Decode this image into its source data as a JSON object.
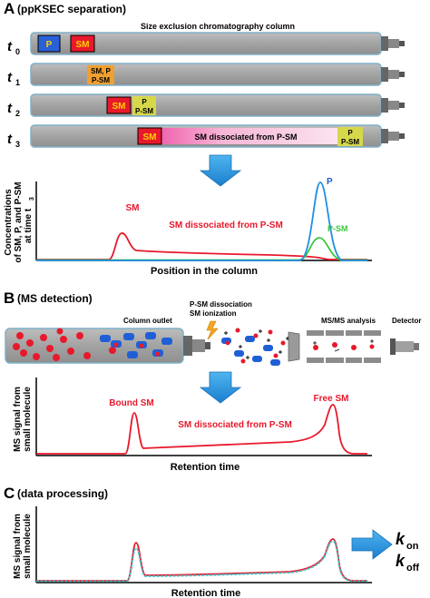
{
  "panel_a": {
    "letter": "A",
    "title": "(ppKSEC separation)",
    "column_caption": "Size exclusion chromatography column",
    "row_labels": [
      "t",
      "t",
      "t",
      "t"
    ],
    "row_subscripts": [
      "0",
      "1",
      "2",
      "3"
    ],
    "t0": {
      "p": "P",
      "sm": "SM"
    },
    "t1": {
      "line1": "SM, P",
      "line2": "P-SM"
    },
    "t2": {
      "sm": "SM",
      "p": "P",
      "psm": "P-SM"
    },
    "t3": {
      "sm": "SM",
      "dissociated": "SM dissociated from P-SM",
      "p": "P",
      "psm": "P-SM"
    },
    "ylabel_lines": [
      "Concentrations",
      "of SM, P, and P-SM",
      "at time t"
    ],
    "ylabel_subscript": "3",
    "xlabel": "Position in the column",
    "curve_labels": {
      "sm": "SM",
      "dissociated": "SM dissociated from P-SM",
      "p": "P",
      "psm": "P-SM"
    }
  },
  "panel_b": {
    "letter": "B",
    "title": "(MS detection)",
    "column_outlet": "Column outlet",
    "dissociation_line1": "P-SM dissociation",
    "dissociation_line2": "SM ionization",
    "msms": "MS/MS analysis",
    "detector": "Detector",
    "ylabel_line1": "MS signal from",
    "ylabel_line2": "small molecule",
    "xlabel": "Retention time",
    "bound": "Bound SM",
    "free": "Free SM",
    "dissociated": "SM dissociated from P-SM"
  },
  "panel_c": {
    "letter": "C",
    "title": "(data processing)",
    "ylabel_line1": "MS signal from",
    "ylabel_line2": "small molecule",
    "xlabel": "Retention time",
    "k": "k",
    "kon_sub": "on",
    "koff_sub": "off"
  },
  "colors": {
    "column_body": "#a6a6a6",
    "column_edge": "#8ab4c8",
    "red": "#e8192c",
    "blue": "#1f5fd6",
    "green": "#3cc83c",
    "arrow": "#2a9be0",
    "pink": "#f4a8cc",
    "p_box": "#2a5fd6",
    "sm_box": "#e8192c",
    "mix_box": "#f0a030",
    "yellow_box": "#d6d84a"
  }
}
